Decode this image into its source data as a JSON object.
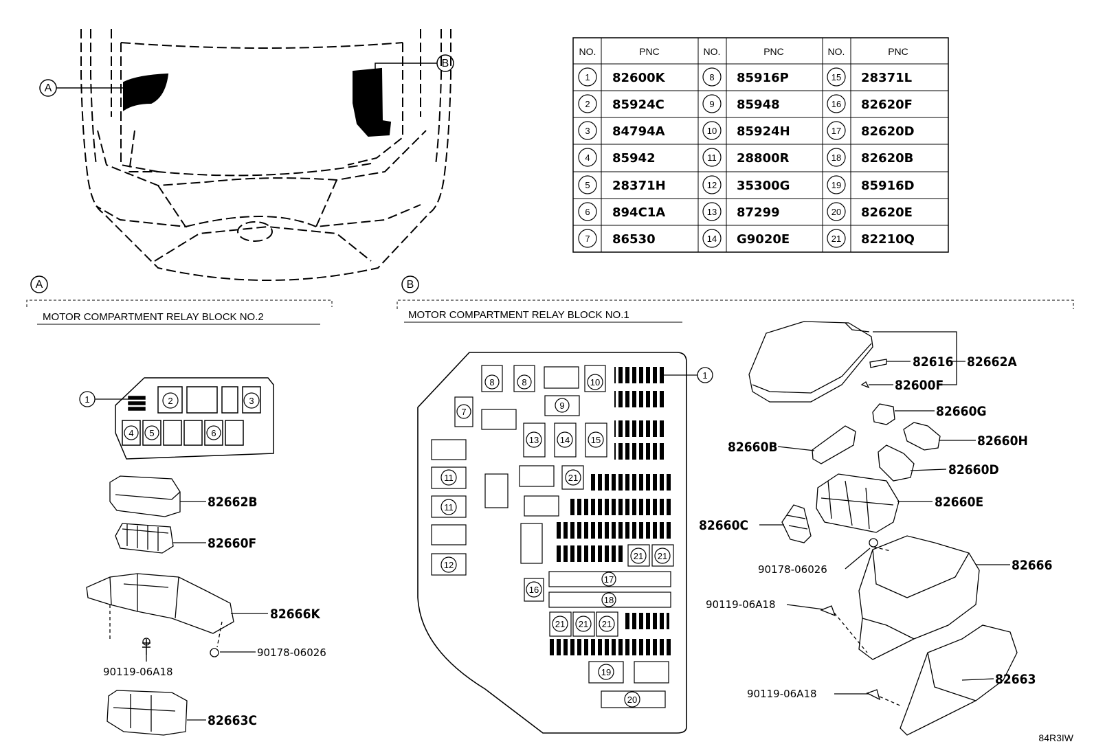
{
  "table": {
    "headers": [
      "NO.",
      "PNC",
      "NO.",
      "PNC",
      "NO.",
      "PNC"
    ],
    "rows": [
      [
        {
          "no": "1",
          "pnc": "82600K"
        },
        {
          "no": "8",
          "pnc": "85916P"
        },
        {
          "no": "15",
          "pnc": "28371L"
        }
      ],
      [
        {
          "no": "2",
          "pnc": "85924C"
        },
        {
          "no": "9",
          "pnc": "85948"
        },
        {
          "no": "16",
          "pnc": "82620F"
        }
      ],
      [
        {
          "no": "3",
          "pnc": "84794A"
        },
        {
          "no": "10",
          "pnc": "85924H"
        },
        {
          "no": "17",
          "pnc": "82620D"
        }
      ],
      [
        {
          "no": "4",
          "pnc": "85942"
        },
        {
          "no": "11",
          "pnc": "28800R"
        },
        {
          "no": "18",
          "pnc": "82620B"
        }
      ],
      [
        {
          "no": "5",
          "pnc": "28371H"
        },
        {
          "no": "12",
          "pnc": "35300G"
        },
        {
          "no": "19",
          "pnc": "85916D"
        }
      ],
      [
        {
          "no": "6",
          "pnc": "894C1A"
        },
        {
          "no": "13",
          "pnc": "87299"
        },
        {
          "no": "20",
          "pnc": "82620E"
        }
      ],
      [
        {
          "no": "7",
          "pnc": "86530"
        },
        {
          "no": "14",
          "pnc": "G9020E"
        },
        {
          "no": "21",
          "pnc": "82210Q"
        }
      ]
    ]
  },
  "callouts": {
    "a": "A",
    "b": "B"
  },
  "sections": {
    "a_title": "MOTOR COMPARTMENT RELAY BLOCK  NO.2",
    "b_title": "MOTOR COMPARTMENT RELAY BLOCK  NO.1"
  },
  "parts_a": {
    "cover": "82662B",
    "block": "82660F",
    "bracket": "82666K",
    "nut": "90178-06026",
    "bolt": "90119-06A18",
    "lower_cover": "82663C"
  },
  "parts_b": {
    "cover": "82662A",
    "cover_part": "82616",
    "fuse_small": "82600F",
    "block_g": "82660G",
    "block_h": "82660H",
    "block_b": "82660B",
    "block_d": "82660D",
    "block_e": "82660E",
    "block_c": "82660C",
    "nut": "90178-06026",
    "box": "82666",
    "bolt_1": "90119-06A18",
    "lower_cover": "82663",
    "bolt_2": "90119-06A18"
  },
  "diagram_code": "84R3IW"
}
